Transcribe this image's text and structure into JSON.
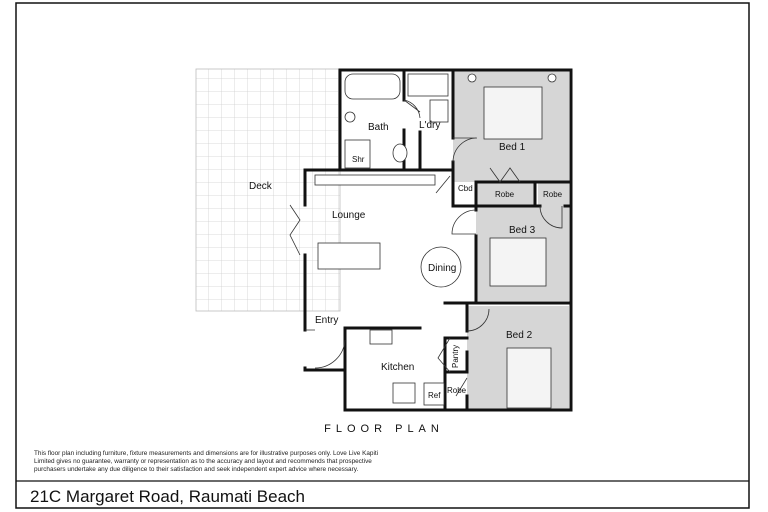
{
  "title": "FLOOR PLAN",
  "disclaimer": "This floor plan including furniture, fixture measurements and dimensions are for illustrative purposes only. Love Live Kapiti Limited gives no guarantee, warranty or representation as to the accuracy and layout and recommends that prospective purchasers undertake any due diligence to their satisfaction and seek independent expert advice where necessary.",
  "address": "21C Margaret Road, Raumati Beach",
  "rooms": {
    "deck": "Deck",
    "bath": "Bath",
    "shower": "Shr",
    "laundry": "L'dry",
    "bed1": "Bed 1",
    "cupboard": "Cbd",
    "robe_bed1_a": "Robe",
    "robe_bed1_b": "Robe",
    "lounge": "Lounge",
    "bed3": "Bed 3",
    "dining": "Dining",
    "entry": "Entry",
    "bed2": "Bed 2",
    "pantry": "Pantry",
    "kitchen": "Kitchen",
    "robe_bed2": "Robe",
    "fridge": "Ref"
  },
  "colors": {
    "wall": "#111111",
    "bedroom_fill": "#d6d6d6",
    "grid": "#cfcfcf"
  }
}
